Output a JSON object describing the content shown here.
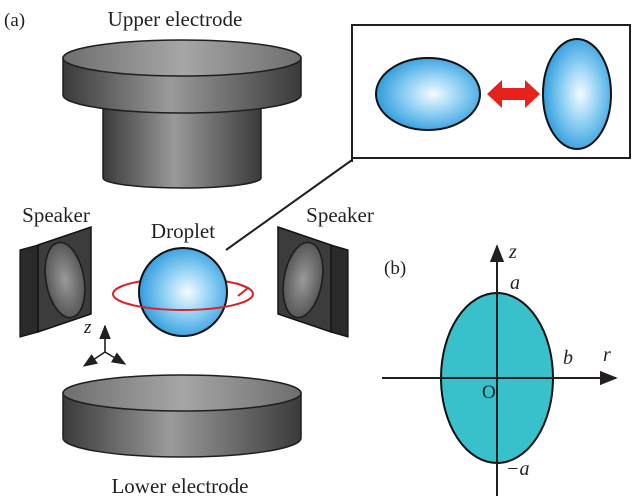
{
  "panel_a": {
    "label": "(a)",
    "upper_electrode_label": "Upper electrode",
    "lower_electrode_label": "Lower electrode",
    "speaker_left_label": "Speaker",
    "speaker_right_label": "Speaker",
    "droplet_label": "Droplet",
    "axis_z_label": "z"
  },
  "panel_b": {
    "label": "(b)",
    "axis_z_label": "z",
    "axis_r_label": "r",
    "semi_axis_top_label": "a",
    "semi_axis_bottom_label": "−a",
    "semi_axis_right_label": "b",
    "origin_label": "O"
  },
  "colors": {
    "electrode": "#5a5a5a",
    "droplet": "#2fa3dc",
    "ellipse_fill": "#38c0cb",
    "arrow": "#e8211d",
    "rotation_ring": "#d8202a"
  }
}
